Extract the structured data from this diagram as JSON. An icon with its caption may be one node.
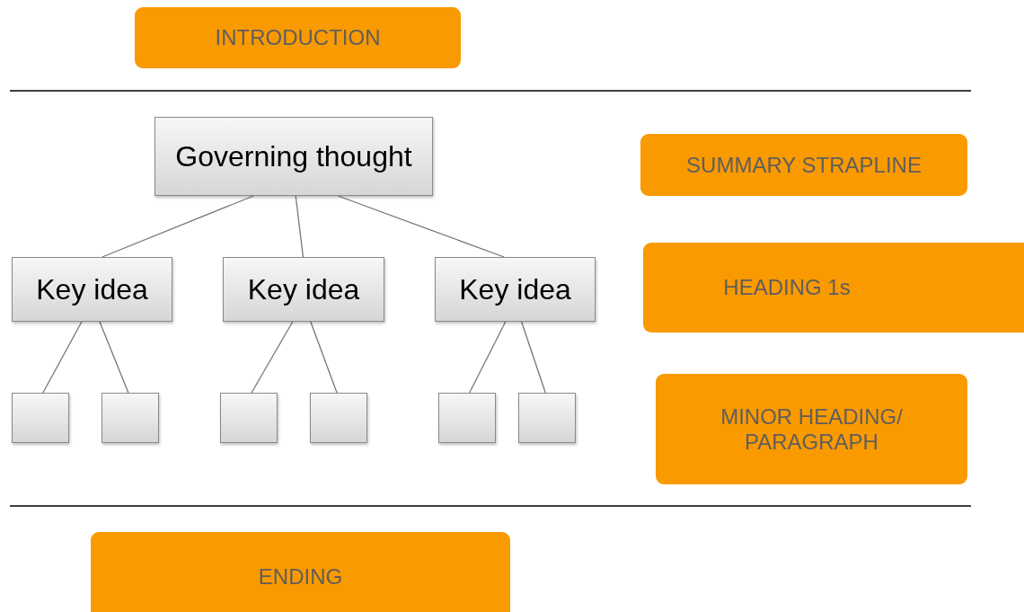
{
  "diagram": {
    "nodes": [
      {
        "text": [
          "INTRODUCTION"
        ]
      },
      {
        "text": [
          "Governing thought"
        ]
      },
      {
        "text": [
          "SUMMARY STRAPLINE"
        ]
      },
      {
        "text": [
          "Key idea"
        ]
      },
      {
        "text": [
          "Key idea"
        ]
      },
      {
        "text": [
          "Key idea"
        ]
      },
      {
        "text": [
          "HEADING 1s"
        ]
      },
      {
        "text": [],
        "shape": "box"
      },
      {
        "text": [],
        "shape": "box"
      },
      {
        "text": [],
        "shape": "box"
      },
      {
        "text": [],
        "shape": "box"
      },
      {
        "text": [],
        "shape": "box"
      },
      {
        "text": [],
        "shape": "box"
      },
      {
        "text": [
          "MINOR HEADING/ PARAGRAPH"
        ]
      },
      {
        "text": [
          "ENDING"
        ]
      }
    ],
    "edges": [
      {
        "from": 1,
        "to": 3,
        "arrow": "none"
      },
      {
        "from": 1,
        "to": 4,
        "arrow": "none"
      },
      {
        "from": 1,
        "to": 5,
        "arrow": "none"
      },
      {
        "from": 3,
        "to": 7,
        "arrow": "none"
      },
      {
        "from": 3,
        "to": 8,
        "arrow": "none"
      },
      {
        "from": 4,
        "to": 9,
        "arrow": "none"
      },
      {
        "from": 4,
        "to": 10,
        "arrow": "none"
      },
      {
        "from": 5,
        "to": 11,
        "arrow": "none"
      },
      {
        "from": 5,
        "to": 12,
        "arrow": "none"
      }
    ]
  }
}
